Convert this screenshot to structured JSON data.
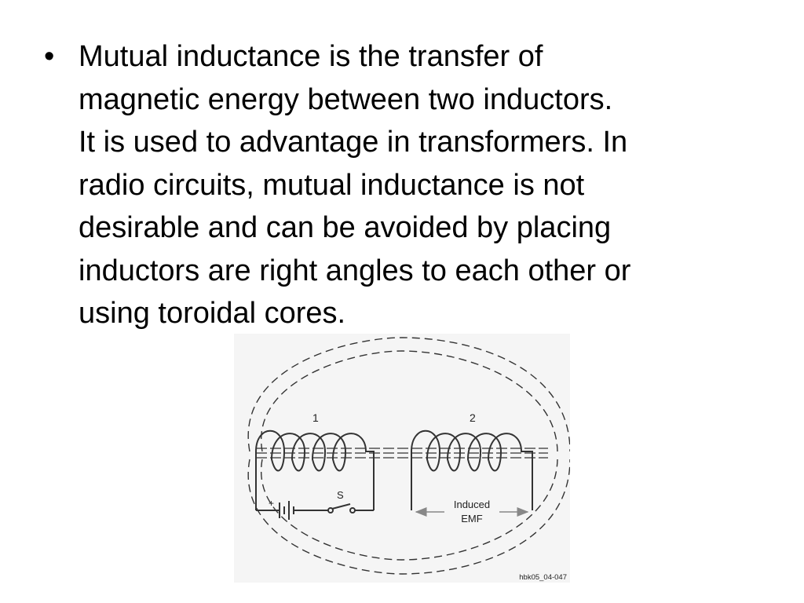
{
  "bullet": {
    "lines": [
      "Mutual inductance is the transfer of",
      "magnetic energy between two inductors.",
      "It is used to advantage in transformers.  In",
      "radio circuits, mutual inductance is not",
      "desirable and can be avoided by placing",
      "inductors are right angles to each other or",
      "using toroidal cores."
    ]
  },
  "diagram": {
    "coil1_label": "1",
    "coil2_label": "2",
    "switch_label": "S",
    "battery_plus": "+",
    "induced_label_line1": "Induced",
    "induced_label_line2": "EMF",
    "figure_id": "hbk05_04-047"
  }
}
